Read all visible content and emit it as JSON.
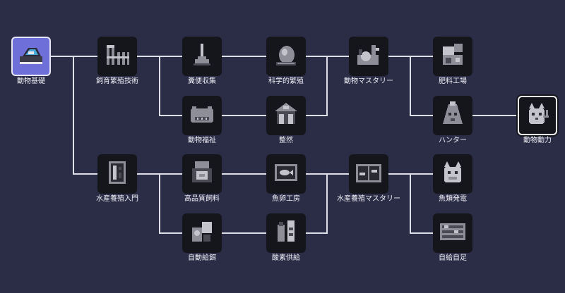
{
  "colors": {
    "background": "#2b2c46",
    "connector": "#dedee8",
    "locked_node": "#15151c",
    "unlocked_node": "#6f6fd9",
    "label": "#f0f0f6"
  },
  "nodes": [
    {
      "id": "animal-basics",
      "label": "動物基礎",
      "icon": "pet-cage-icon",
      "state": "unlocked"
    },
    {
      "id": "breeding-tech",
      "label": "飼育繁殖技術",
      "icon": "fence-icon",
      "state": "locked"
    },
    {
      "id": "aquaculture-intro",
      "label": "水産養殖入門",
      "icon": "aquaculture-book-icon",
      "state": "locked"
    },
    {
      "id": "manure-collection",
      "label": "糞便収集",
      "icon": "plunger-icon",
      "state": "locked"
    },
    {
      "id": "animal-welfare",
      "label": "動物福祉",
      "icon": "pig-icon",
      "state": "locked"
    },
    {
      "id": "scientific-breeding",
      "label": "科学的繁殖",
      "icon": "egg-icon",
      "state": "locked"
    },
    {
      "id": "orderly",
      "label": "整然",
      "icon": "barn-icon",
      "state": "locked"
    },
    {
      "id": "animal-mastery",
      "label": "動物マスタリー",
      "icon": "animal-machine-icon",
      "state": "locked"
    },
    {
      "id": "fertilizer-plant",
      "label": "肥料工場",
      "icon": "fertilizer-machine-icon",
      "state": "locked"
    },
    {
      "id": "hunter",
      "label": "ハンター",
      "icon": "hunter-bag-icon",
      "state": "locked"
    },
    {
      "id": "animal-power",
      "label": "動物動力",
      "icon": "cat-power-icon",
      "state": "selected"
    },
    {
      "id": "premium-feed",
      "label": "高品質飼料",
      "icon": "feed-machine-icon",
      "state": "locked"
    },
    {
      "id": "auto-feeding",
      "label": "自動給餌",
      "icon": "auto-feeder-icon",
      "state": "locked"
    },
    {
      "id": "roe-workshop",
      "label": "魚卵工房",
      "icon": "fish-tank-icon",
      "state": "locked"
    },
    {
      "id": "oxygen-supply",
      "label": "酸素供給",
      "icon": "oxygen-plant-icon",
      "state": "locked"
    },
    {
      "id": "aquaculture-mastery",
      "label": "水産養殖マスタリー",
      "icon": "aquarium-icon",
      "state": "locked"
    },
    {
      "id": "fish-power",
      "label": "魚類発電",
      "icon": "fish-cat-generator-icon",
      "state": "locked"
    },
    {
      "id": "self-sufficiency",
      "label": "自給自足",
      "icon": "fish-panel-icon",
      "state": "locked"
    }
  ]
}
